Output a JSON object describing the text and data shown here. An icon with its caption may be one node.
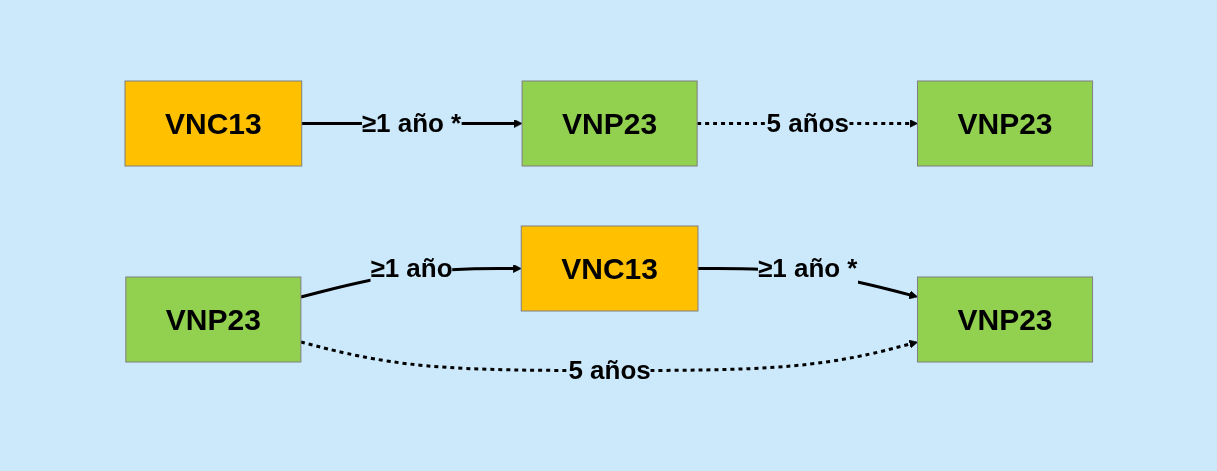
{
  "diagram": {
    "nodes": [
      {
        "text": [
          "VNC13"
        ]
      },
      {
        "text": [
          "VNP23"
        ]
      },
      {
        "text": [
          "VNP23"
        ]
      },
      {
        "text": [
          "VNP23"
        ]
      },
      {
        "text": [
          "VNC13"
        ]
      },
      {
        "text": [
          "VNP23"
        ]
      }
    ],
    "edges": [
      {
        "from": 0,
        "to": 1,
        "arrow": "to",
        "label": "≥1 año *"
      },
      {
        "from": 1,
        "to": 2,
        "arrow": "to",
        "label": "5 años",
        "style": "dashed"
      },
      {
        "from": 3,
        "to": 4,
        "arrow": "to",
        "label": "≥1 año"
      },
      {
        "from": 4,
        "to": 5,
        "arrow": "to",
        "label": "≥1 año *"
      },
      {
        "from": 3,
        "to": 5,
        "arrow": "to",
        "label": "5 años",
        "style": "dashed"
      }
    ]
  }
}
